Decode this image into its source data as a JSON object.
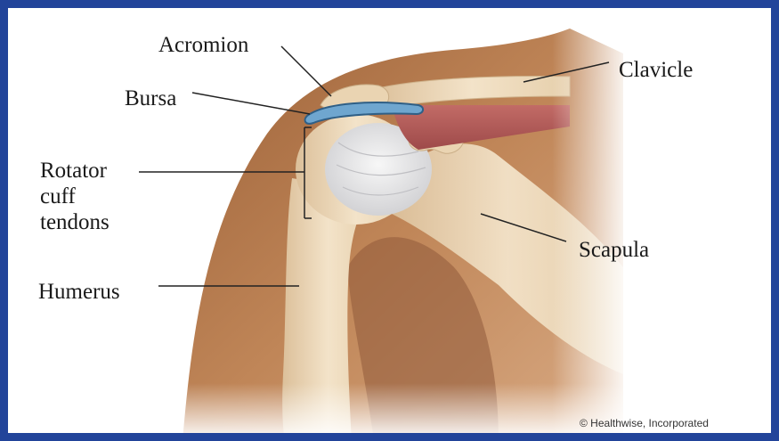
{
  "labels": {
    "acromion": "Acromion",
    "clavicle": "Clavicle",
    "bursa": "Bursa",
    "rotator_line1": "Rotator",
    "rotator_line2": "cuff",
    "rotator_line3": "tendons",
    "scapula": "Scapula",
    "humerus": "Humerus"
  },
  "credit": "© Healthwise, Incorporated",
  "colors": {
    "frame": "#22449a",
    "skin": "#b87b50",
    "bone": "#ecd7b6",
    "muscle": "#b55a58",
    "bursa": "#6fa6cf",
    "tendon": "#e9e9ea"
  }
}
